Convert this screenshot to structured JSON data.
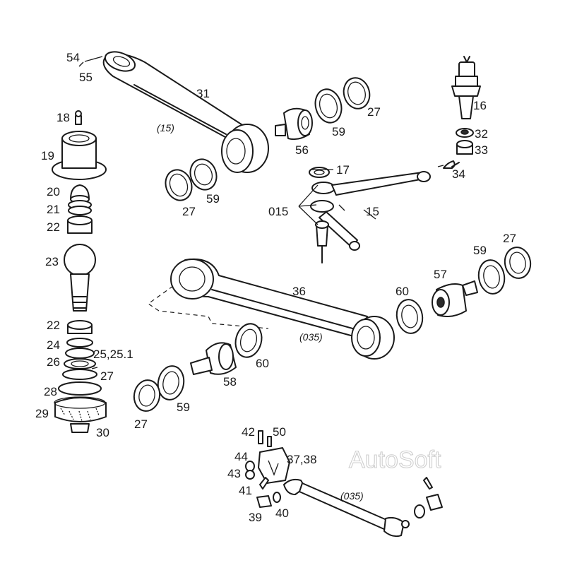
{
  "diagram": {
    "watermark": "AutoSoft",
    "labels": {
      "l54": "54",
      "l55": "55",
      "l31": "31",
      "l15i": "(15)",
      "l18": "18",
      "l19": "19",
      "l20": "20",
      "l21": "21",
      "l22a": "22",
      "l23": "23",
      "l22b": "22",
      "l24": "24",
      "l25": "25,25.1",
      "l26": "26",
      "l27a": "27",
      "l28": "28",
      "l29": "29",
      "l30": "30",
      "l27b": "27",
      "l59a": "59",
      "l56": "56",
      "l59b": "59",
      "l27c": "27",
      "l16": "16",
      "l32": "32",
      "l33": "33",
      "l34": "34",
      "l17": "17",
      "l015": "015",
      "l15": "15",
      "l36": "36",
      "l035a": "(035)",
      "l60a": "60",
      "l59c": "59",
      "l27d": "27",
      "l57": "57",
      "l60b": "60",
      "l58": "58",
      "l59d": "59",
      "l27e": "27",
      "l42": "42",
      "l50": "50",
      "l44": "44",
      "l3738": "37,38",
      "l43": "43",
      "l41": "41",
      "l39": "39",
      "l40": "40",
      "l035b": "(035)"
    },
    "colors": {
      "ink": "#1a1a1a",
      "watermark": "#cfcfcf"
    }
  }
}
